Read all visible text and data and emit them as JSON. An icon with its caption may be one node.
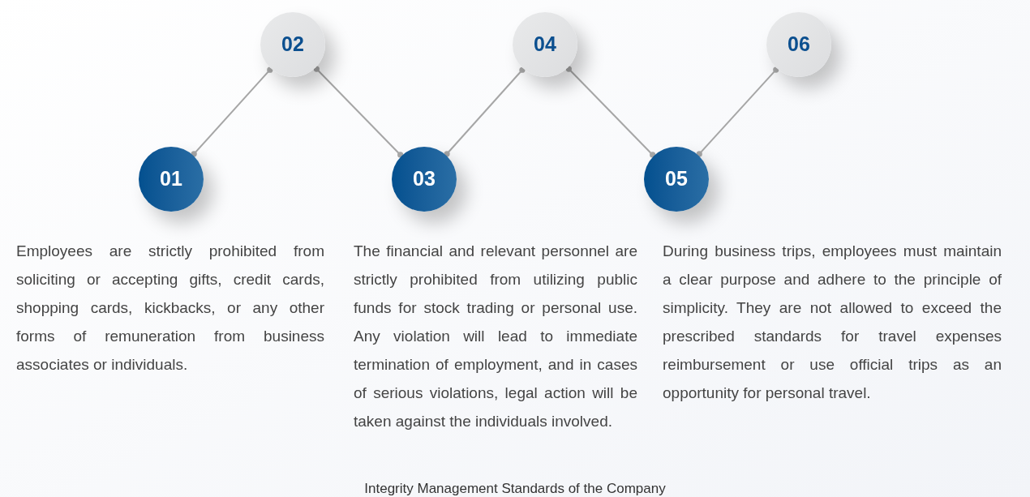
{
  "diagram": {
    "caption": "Integrity Management Standards of the Company",
    "nodes": [
      {
        "text": [
          "01"
        ],
        "beside": [
          "Employees are strictly prohibited from soliciting or accepting gifts, credit cards, shopping cards, kickbacks, or any other forms of remuneration from business associates or individuals."
        ]
      },
      {
        "text": [
          "02"
        ]
      },
      {
        "text": [
          "03"
        ],
        "beside": [
          "The financial and relevant personnel are strictly prohibited from utilizing public funds for stock trading or personal use. Any violation will lead to immediate termination of employment, and in cases of serious violations, legal action will be taken against the individuals involved."
        ]
      },
      {
        "text": [
          "04"
        ]
      },
      {
        "text": [
          "05"
        ],
        "beside": [
          "During business trips, employees must maintain a clear purpose and adhere to the principle of simplicity. They are not allowed to exceed the prescribed standards for travel expenses reimbursement or use official trips as an opportunity for personal travel."
        ]
      },
      {
        "text": [
          "06"
        ]
      }
    ],
    "edges": [
      {
        "from": 0,
        "to": 1,
        "arrow": "other"
      },
      {
        "from": 1,
        "to": 2,
        "arrow": "other"
      },
      {
        "from": 2,
        "to": 3,
        "arrow": "other"
      },
      {
        "from": 3,
        "to": 4,
        "arrow": "other"
      },
      {
        "from": 4,
        "to": 5,
        "arrow": "other"
      }
    ]
  }
}
